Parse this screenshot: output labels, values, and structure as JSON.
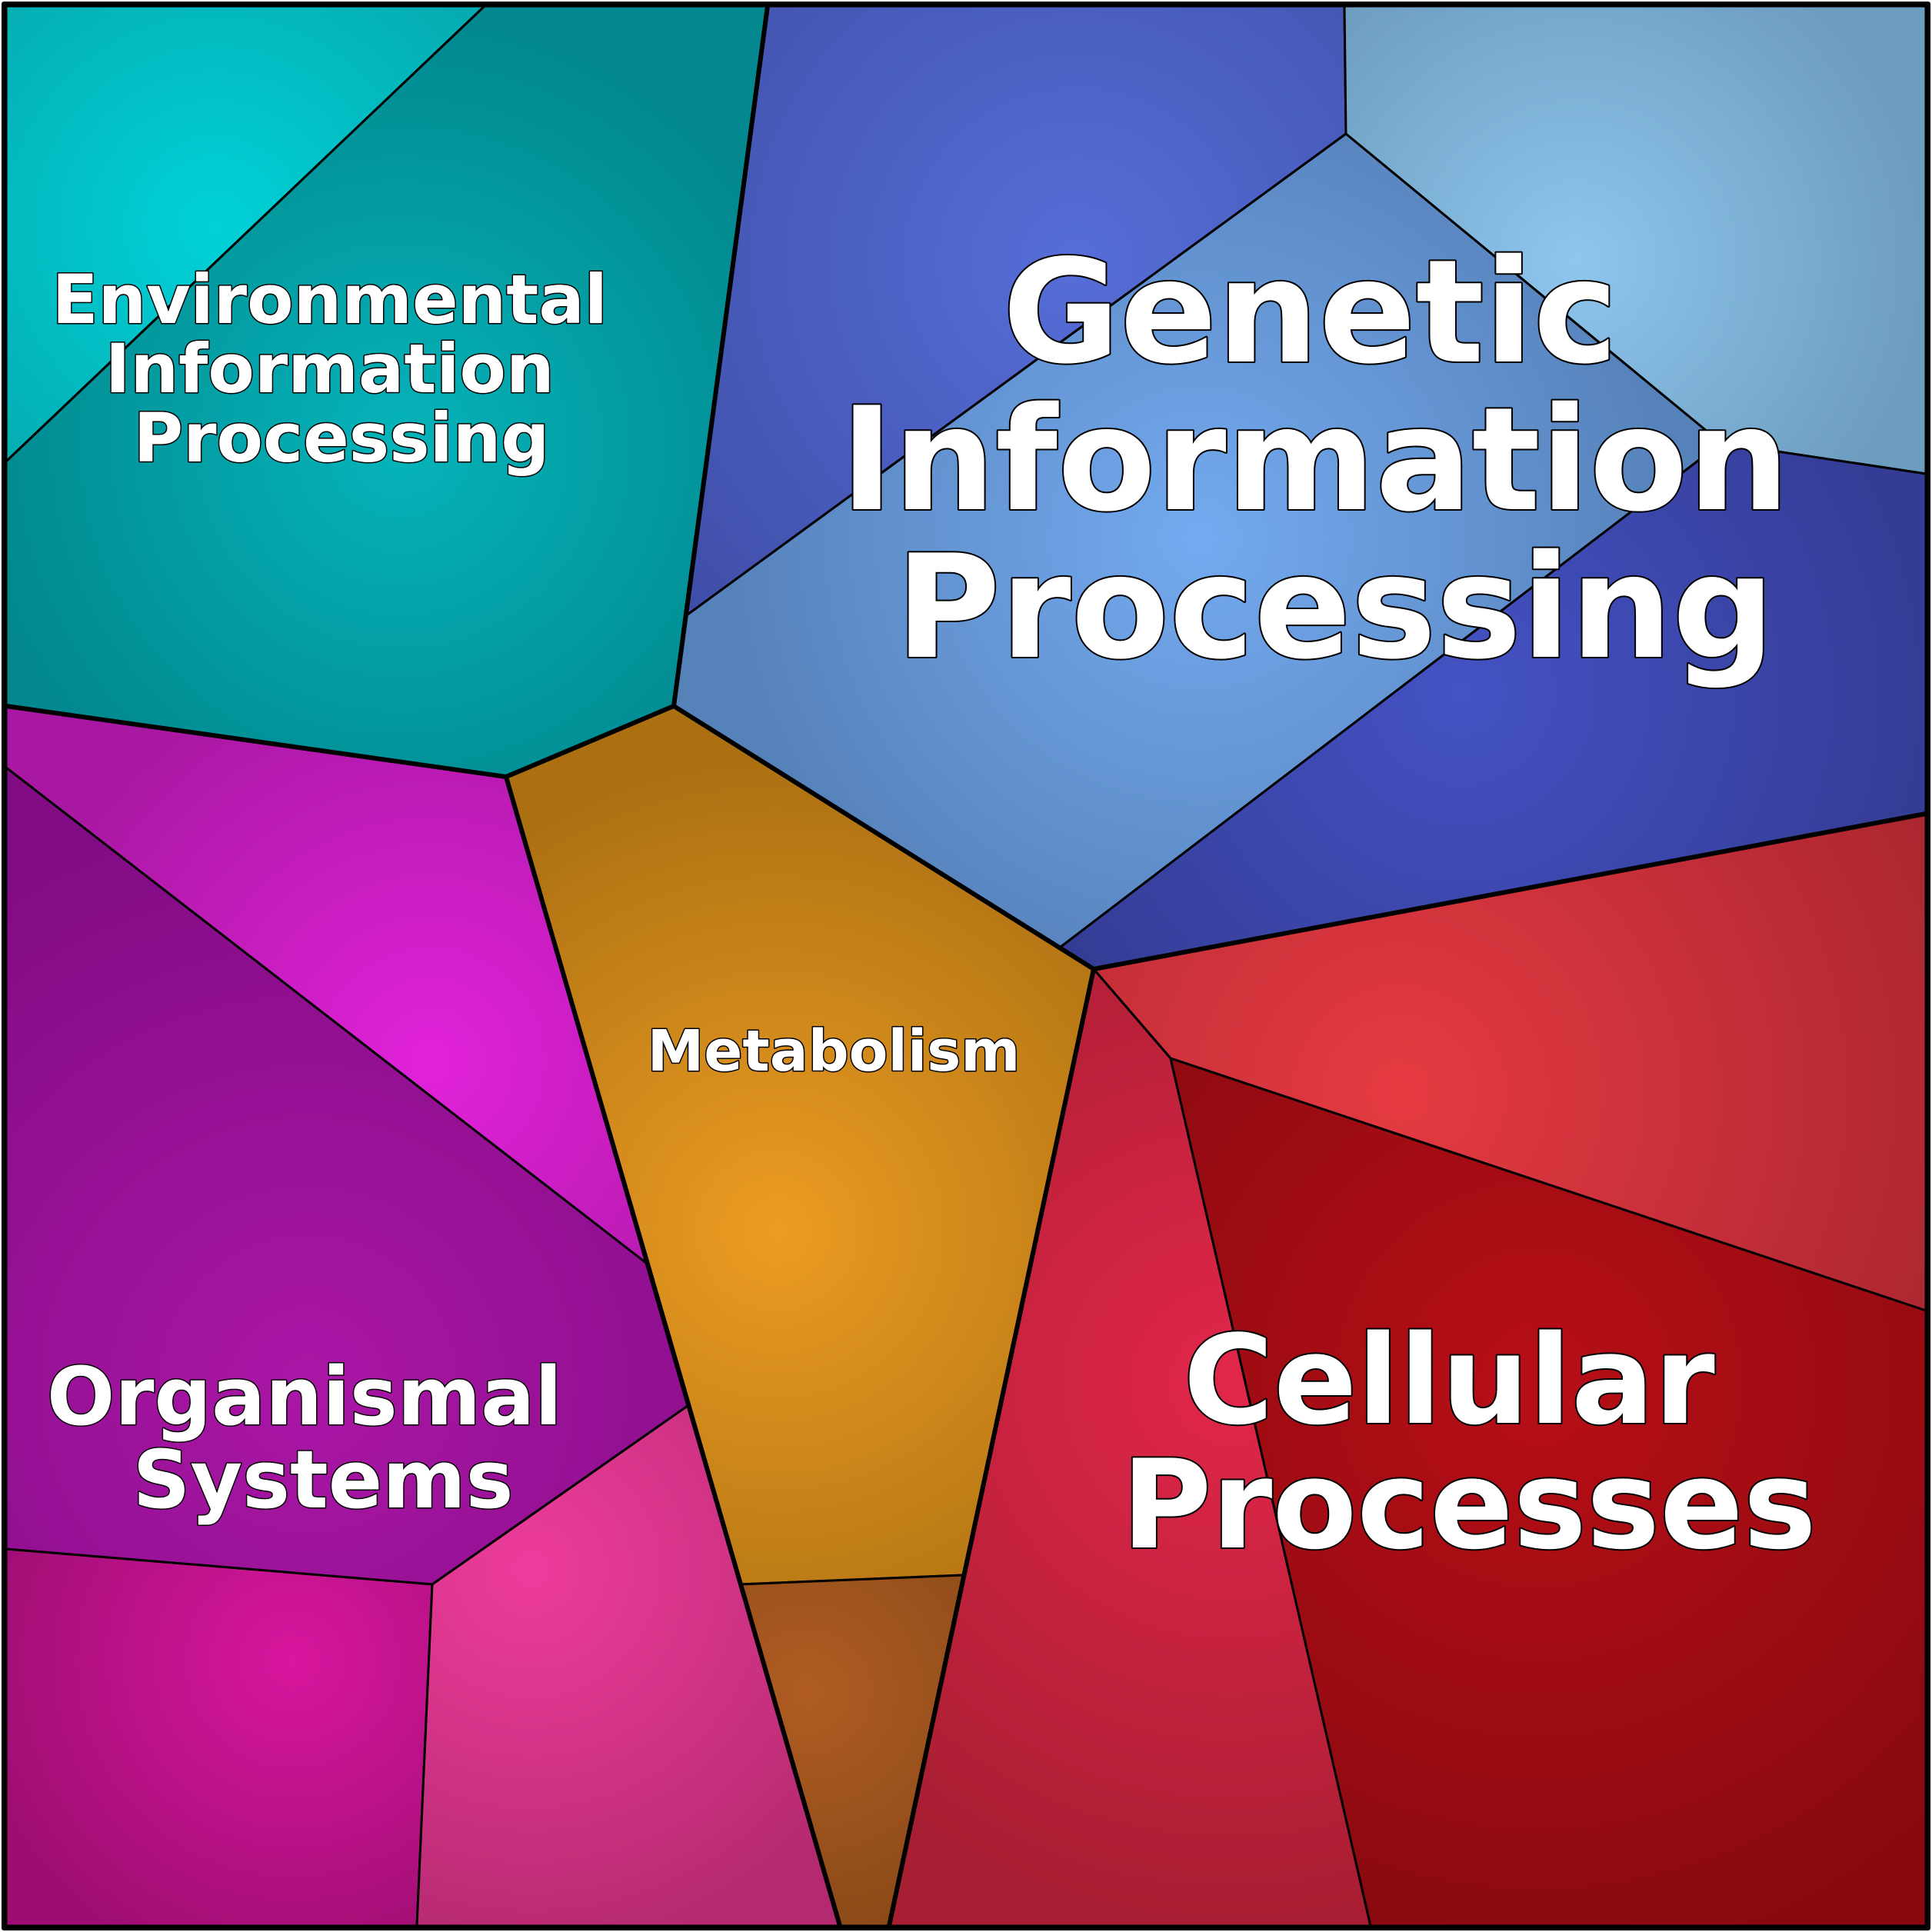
{
  "diagram": {
    "type": "voronoi-treemap",
    "regions": {
      "environmental": {
        "lines": [
          "Environmental",
          "Information",
          "Processing"
        ],
        "base_color": "#02959A",
        "highlight_color": "#00D0D6"
      },
      "genetic": {
        "lines": [
          "Genetic",
          "Information",
          "Processing"
        ],
        "base_color": "#3B46A0",
        "highlight_color": "#5A78DE"
      },
      "metabolism": {
        "lines": [
          "Metabolism"
        ],
        "base_color": "#AE7012",
        "highlight_color": "#EA9A20"
      },
      "organismal": {
        "lines": [
          "Organismal",
          "Systems"
        ],
        "base_color": "#8A0E8E",
        "highlight_color": "#E020D8"
      },
      "cellular": {
        "lines": [
          "Cellular",
          "Processes"
        ],
        "base_color": "#8E0A10",
        "highlight_color": "#E02030"
      }
    }
  }
}
